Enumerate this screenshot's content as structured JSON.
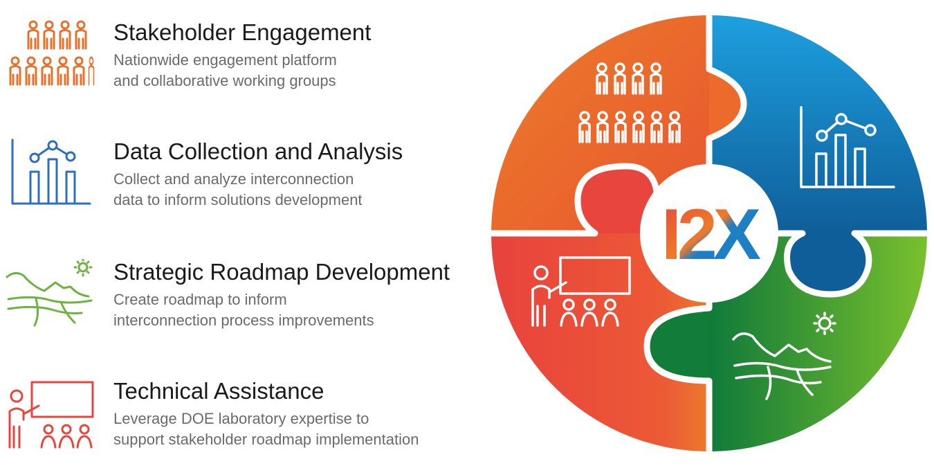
{
  "items": [
    {
      "title": "Stakeholder Engagement",
      "desc_line1": "Nationwide engagement platform",
      "desc_line2": "and collaborative working groups",
      "icon": "people-group-icon",
      "color": "#e8702a"
    },
    {
      "title": "Data Collection and Analysis",
      "desc_line1": "Collect and analyze interconnection",
      "desc_line2": "data to inform solutions development",
      "icon": "bar-chart-icon",
      "color": "#2b6ec2"
    },
    {
      "title": "Strategic Roadmap Development",
      "desc_line1": "Create roadmap to inform",
      "desc_line2": "interconnection process improvements",
      "icon": "landscape-sun-icon",
      "color": "#6db33f"
    },
    {
      "title": "Technical Assistance",
      "desc_line1": "Leverage DOE laboratory expertise to",
      "desc_line2": "support stakeholder roadmap implementation",
      "icon": "presenter-icon",
      "color": "#e8453c"
    }
  ],
  "logo": {
    "text": "I2X"
  },
  "colors": {
    "orange": "#e8702a",
    "blue": "#1f8fd6",
    "green": "#5ab12e",
    "red": "#e8453c",
    "text": "#1a1a1a",
    "muted": "#6a6a6a"
  }
}
